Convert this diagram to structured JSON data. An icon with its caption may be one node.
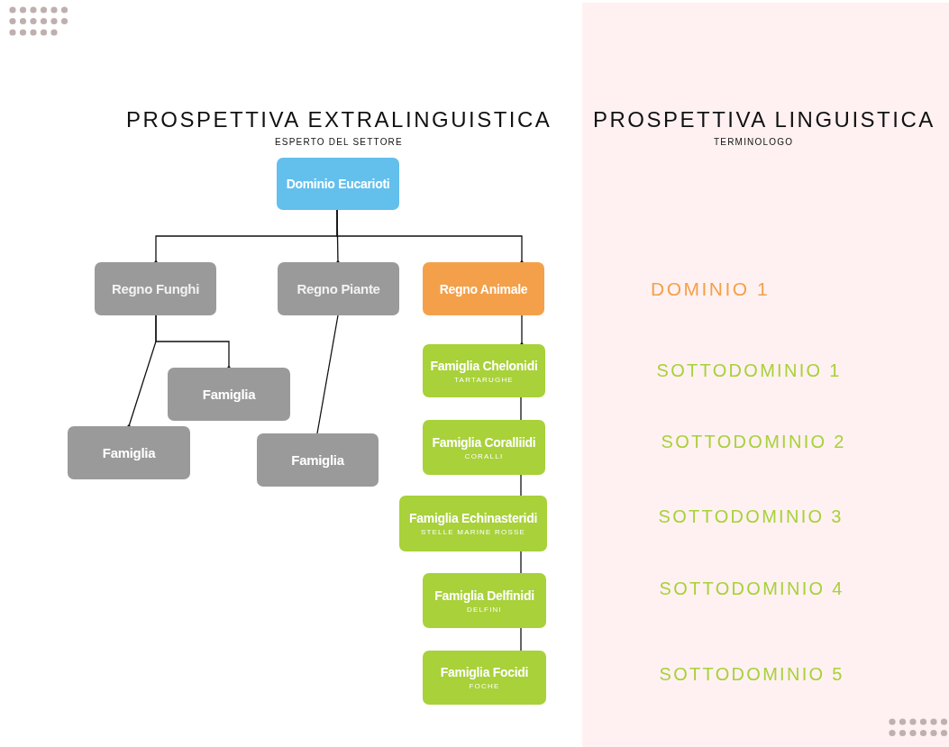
{
  "diagram": {
    "nodes": [
      {
        "text": [
          "Dominio Eucarioti"
        ]
      },
      {
        "text": [
          "Regno Funghi"
        ]
      },
      {
        "text": [
          "Regno Piante"
        ]
      },
      {
        "text": [
          "Regno Animale"
        ]
      },
      {
        "text": [
          "Famiglia"
        ]
      },
      {
        "text": [
          "Famiglia"
        ]
      },
      {
        "text": [
          "Famiglia"
        ]
      },
      {
        "text": [
          "Famiglia Chelonidi",
          "TARTARUGHE"
        ]
      },
      {
        "text": [
          "Famiglia Coralliidi",
          "CORALLI"
        ]
      },
      {
        "text": [
          "Famiglia Echinasteridi",
          "STELLE MARINE ROSSE"
        ]
      },
      {
        "text": [
          "Famiglia Delfinidi",
          "DELFINI"
        ]
      },
      {
        "text": [
          "Famiglia Focidi",
          "FOCHE"
        ]
      }
    ],
    "edges": [
      {
        "from": 0,
        "to": 1,
        "arrow": "other"
      },
      {
        "from": 0,
        "to": 2,
        "arrow": "other"
      },
      {
        "from": 0,
        "to": 3,
        "arrow": "other"
      },
      {
        "from": 1,
        "to": 4,
        "arrow": "other"
      },
      {
        "from": 1,
        "to": 5,
        "arrow": "other"
      },
      {
        "from": 2,
        "to": 6,
        "arrow": "none"
      },
      {
        "from": 3,
        "to": 7,
        "arrow": "other"
      },
      {
        "from": 7,
        "to": 8,
        "arrow": "none"
      },
      {
        "from": 8,
        "to": 9,
        "arrow": "none"
      },
      {
        "from": 9,
        "to": 10,
        "arrow": "none"
      },
      {
        "from": 10,
        "to": 11,
        "arrow": "none"
      }
    ],
    "labels": [
      "PROSPETTIVA EXTRALINGUISTICA",
      "PROSPETTIVA LINGUISTICA",
      "ESPERTO DEL SETTORE",
      "TERMINOLOGO",
      "DOMINIO 1",
      "SOTTODOMINIO 1",
      "SOTTODOMINIO 2",
      "SOTTODOMINIO 3",
      "SOTTODOMINIO 4",
      "SOTTODOMINIO 5"
    ]
  }
}
